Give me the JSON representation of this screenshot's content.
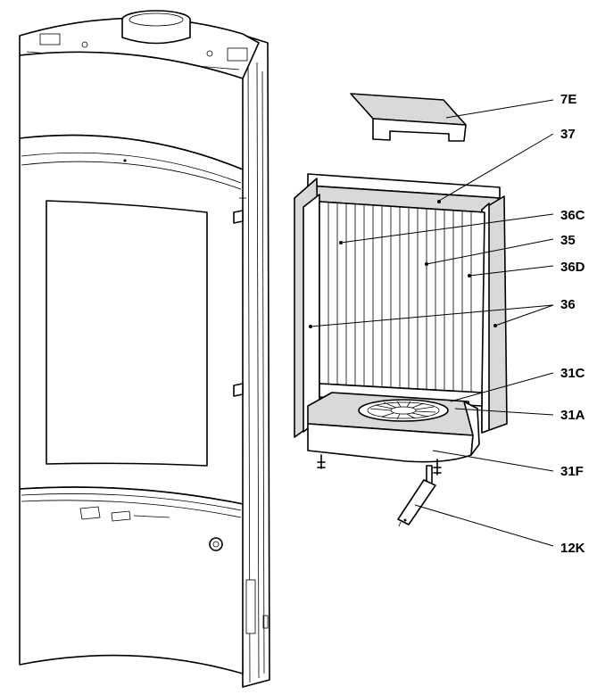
{
  "diagram": {
    "labels": [
      {
        "key": "7E",
        "text": "7E"
      },
      {
        "key": "37",
        "text": "37"
      },
      {
        "key": "36C",
        "text": "36C"
      },
      {
        "key": "35",
        "text": "35"
      },
      {
        "key": "36D",
        "text": "36D"
      },
      {
        "key": "36",
        "text": "36"
      },
      {
        "key": "31C",
        "text": "31C"
      },
      {
        "key": "31A",
        "text": "31A"
      },
      {
        "key": "31F",
        "text": "31F"
      },
      {
        "key": "12K",
        "text": "12K"
      }
    ]
  },
  "colors": {
    "line": "#000000",
    "panel": "#d9d9d9",
    "background": "#ffffff"
  }
}
